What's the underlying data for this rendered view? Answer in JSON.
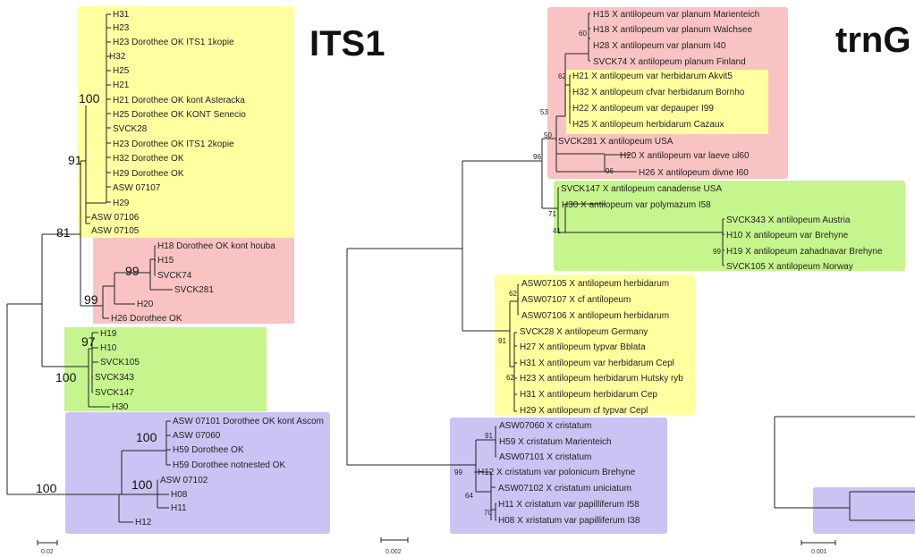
{
  "colors": {
    "yellow": "#ffffa0",
    "red": "#f9c3c3",
    "green": "#c6f58d",
    "purple": "#c9c4f3",
    "branch": "#222222"
  },
  "its1": {
    "title": "ITS1",
    "scale_label": "0.02",
    "leaves": {
      "h31": "H31",
      "h23": "H23",
      "h23k1": "H23 Dorothee OK ITS1 1kopie",
      "h32": "H32",
      "h25": "H25",
      "h21": "H21",
      "h21d": "H21 Dorothee OK kont Asteracka",
      "h25d": "H25 Dorothee OK KONT Senecio",
      "svck28": "SVCK28",
      "h23k2": "H23 Dorothee OK ITS1 2kopie",
      "h32d": "H32 Dorothee OK",
      "h29d": "H29 Dorothee OK",
      "asw107": "ASW 07107",
      "h29": "H29",
      "asw106": "ASW 07106",
      "asw105": "ASW 07105",
      "h18d": "H18 Dorothee OK kont houba",
      "h15": "H15",
      "svck74": "SVCK74",
      "svck281": "SVCK281",
      "h20": "H20",
      "h26d": "H26 Dorothee OK",
      "h19": "H19",
      "h10": "H10",
      "svck105": "SVCK105",
      "svck343": "SVCK343",
      "svck147": "SVCK147",
      "h30": "H30",
      "asw101d": "ASW 07101 Dorothee OK kont Ascom",
      "asw060": "ASW 07060",
      "h59d": "H59 Dorothee OK",
      "h59n": "H59 Dorothee notnested OK",
      "asw102": "ASW 07102",
      "h08": "H08",
      "h11": "H11",
      "h12": "H12"
    },
    "support": {
      "n100a": "100",
      "n91": "91",
      "n81": "81",
      "n99a": "99",
      "n99b": "99",
      "n97": "97",
      "n100b": "100",
      "n100c": "100",
      "n100d": "100",
      "n100e": "100"
    }
  },
  "trng": {
    "title": "trnG",
    "scale_label": "0.002",
    "leaves": {
      "h15": "H15 X antilopeum var planum Marienteich",
      "h18": "H18 X antilopeum var planum Walchsee",
      "h28": "H28 X antilopeum var planum I40",
      "svck74": "SVCK74 X antilopeum planum Finland",
      "h21": "H21 X antilopeum var herbidarum Akvit5",
      "h32": "H32 X antilopeum cfvar herbidarum Bornho",
      "h22": "H22 X antilopeum var depauper I99",
      "h25": "H25 X antilopeum herbidarum Cazaux",
      "svck281": "SVCK281 X antilopeum USA",
      "h20": "H20 X antilopeum var laeve ul60",
      "h26": "H26 X antilopeum divne I60",
      "svck147": "SVCK147 X antilopeum canadense USA",
      "h30": "H30 X antilopeum var polymazum I58",
      "svck343": "SVCK343 X antilopeum Austria",
      "h10": "H10 X antilopeum var Brehyne",
      "h19": "H19 X antilopeum zahadnavar Brehyne",
      "svck105": "SVCK105 X antilopeum Norway",
      "asw105": "ASW07105 X antilopeum herbidarum",
      "asw107": "ASW07107 X cf antilopeum",
      "asw106": "ASW07106 X antilopeum herbidarum",
      "svck28": "SVCK28 X antilopeum Germany",
      "h27": "H27 X antilopeum typvar Bblata",
      "h31a": "H31 X antilopeum var herbidarum Cepl",
      "h23": "H23 X antilopeum herbidarum Hutsky ryb",
      "h31b": "H31 X antilopeum herbidarum Cep",
      "h29": "H29 X antilopeum cf typvar Cepl",
      "asw060": "ASW07060 X cristatum",
      "h59": "H59 X cristatum Marienteich",
      "asw101": "ASW07101 X cristatum",
      "h12": "H12 X cristatum var polonicum Brehyne",
      "asw102": "ASW07102 X cristatum uniciatum",
      "h11": "H11 X cristatum var papilliferum I58",
      "h08": "H08 X xristatum var papilliferum I38"
    },
    "support": {
      "n60": "60",
      "n62a": "62",
      "n53": "53",
      "n50": "50",
      "n96a": "96",
      "n96b": "96",
      "n71": "71",
      "n41": "41",
      "n99a": "99",
      "n62b": "62",
      "n91a": "91",
      "n62c": "62",
      "n91b": "91",
      "n99b": "99",
      "n64": "64",
      "n70": "70"
    }
  },
  "third": {
    "scale_label": "0.001"
  }
}
